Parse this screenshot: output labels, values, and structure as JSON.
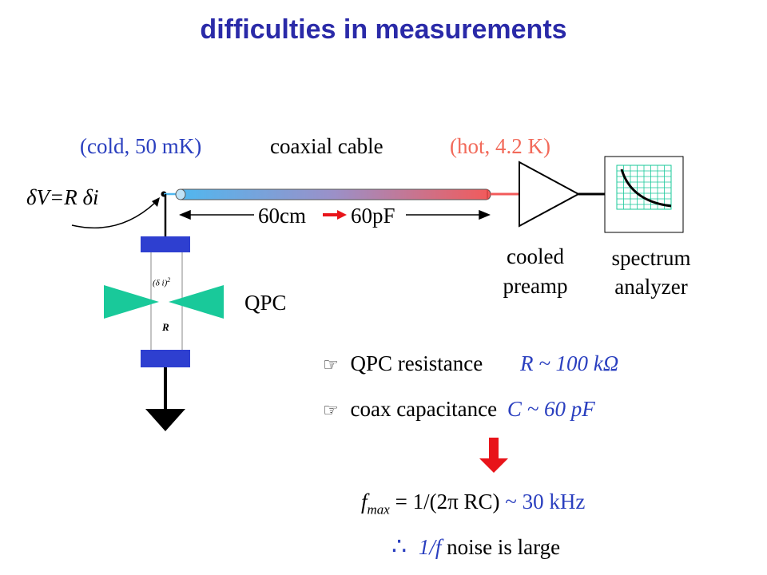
{
  "title": "difficulties in measurements",
  "labels": {
    "cold": "(cold, 50 mK)",
    "cable": "coaxial cable",
    "hot": "(hot, 4.2 K)",
    "dv": "δV=R δi",
    "length": "60cm",
    "capacitance": "60pF",
    "qpc": "QPC",
    "preamp_line1": "cooled",
    "preamp_line2": "preamp",
    "analyzer_line1": "spectrum",
    "analyzer_line2": "analyzer",
    "noise_source": "(δ i)",
    "noise_source_exp": "2",
    "resistor": "R"
  },
  "bullets": [
    {
      "icon": "pointing-hand-icon",
      "text": "QPC resistance",
      "value": "R ~ 100 kΩ"
    },
    {
      "icon": "pointing-hand-icon",
      "text": "coax capacitance",
      "value": "C ~ 60 pF"
    }
  ],
  "result": {
    "f": "f",
    "sub": "max",
    "eq": " = 1/(2π RC) ",
    "value": "~ 30 kHz"
  },
  "conclusion": {
    "therefore": "∴",
    "one_over_f": "1/f",
    "rest": " noise is large"
  },
  "colors": {
    "title": "#2a2aa8",
    "blue_text": "#2a3fbf",
    "hot_text": "#f26a5a",
    "electrode": "#2e3fd0",
    "qpc_gate": "#19c99a",
    "arrow": "#e8141a"
  }
}
